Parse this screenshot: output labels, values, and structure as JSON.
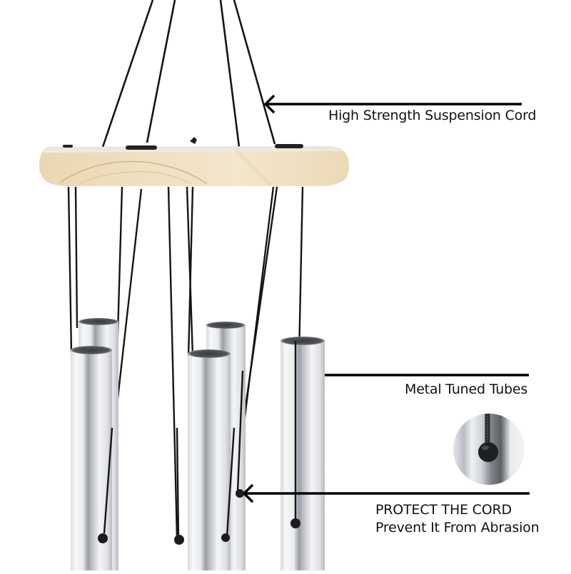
{
  "product": {
    "type": "wind chime",
    "colors": {
      "background": "#ffffff",
      "wood_light": "#f3e6cc",
      "wood_mid": "#e8d3ad",
      "wood_grain": "#c9ad80",
      "tube_light": "#f4f5f7",
      "tube_mid": "#c9ccd2",
      "tube_dark": "#7d8088",
      "cord": "#151515",
      "annotation_line": "#000000"
    },
    "tube_count": 5
  },
  "annotations": [
    {
      "id": "suspension-cord",
      "text": "High Strength Suspension Cord",
      "arrow": true
    },
    {
      "id": "tubes",
      "text": "Metal Tuned Tubes",
      "arrow": false
    },
    {
      "id": "protect-cord",
      "lines": [
        "PROTECT THE CORD",
        "Prevent It From Abrasion"
      ],
      "arrow": true
    }
  ],
  "inset": {
    "description": "close-up of cord knot on tube",
    "shape": "circle"
  }
}
